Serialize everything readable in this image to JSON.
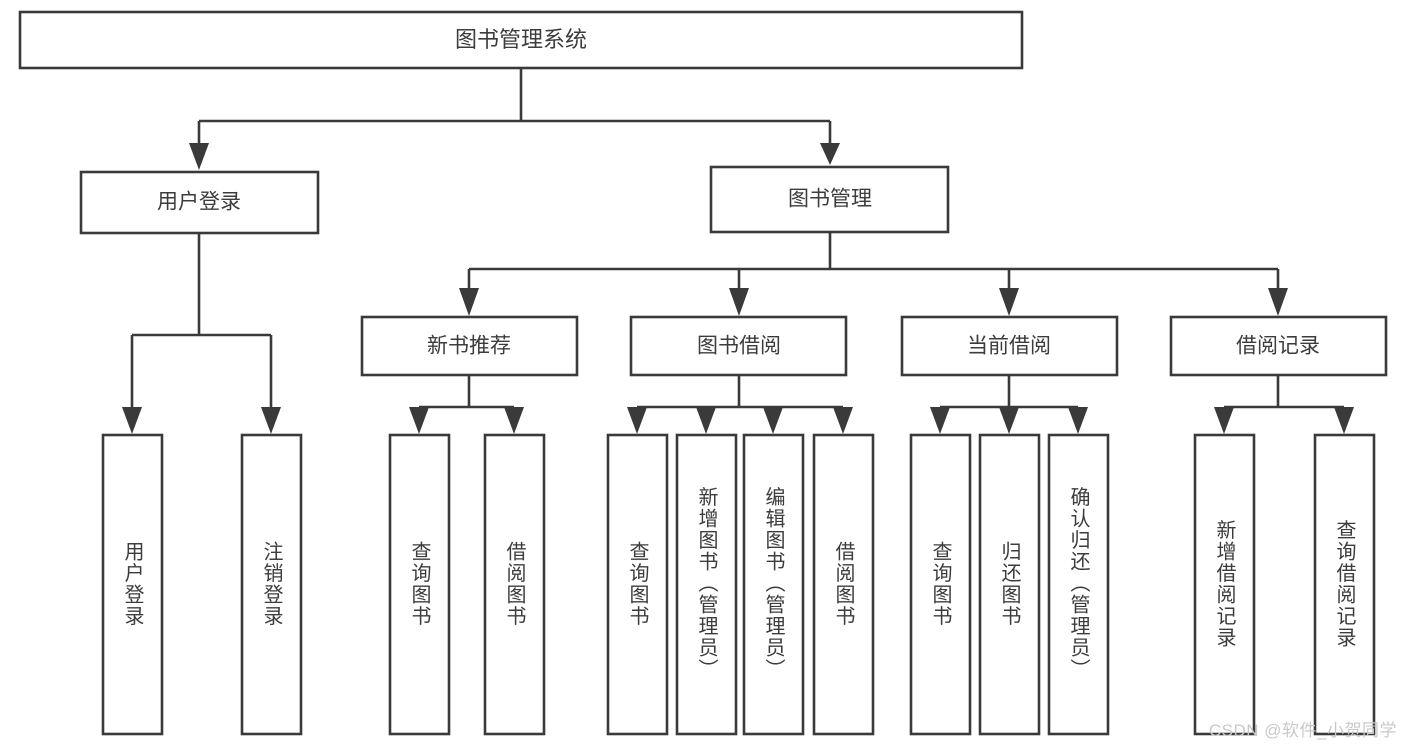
{
  "diagram": {
    "type": "tree-hierarchy",
    "title": "图书管理系统",
    "orientation": "top-down",
    "colors": {
      "box_stroke": "#3a3a3a",
      "box_fill": "#ffffff",
      "text": "#3c3c3c",
      "connector": "#3a3a3a",
      "background": "#ffffff",
      "watermark": "#c9c9c9"
    },
    "levels": {
      "root": "图书管理系统",
      "level1": [
        "用户登录",
        "图书管理"
      ],
      "level2": [
        "新书推荐",
        "图书借阅",
        "当前借阅",
        "借阅记录"
      ],
      "level3_groups": [
        {
          "parent": "用户登录",
          "children": [
            "用户登录",
            "注销登录"
          ]
        },
        {
          "parent": "新书推荐",
          "children": [
            "查询图书",
            "借阅图书"
          ]
        },
        {
          "parent": "图书借阅",
          "children": [
            "查询图书",
            "新增图书（管理员）",
            "编辑图书（管理员）",
            "借阅图书"
          ]
        },
        {
          "parent": "当前借阅",
          "children": [
            "查询图书",
            "归还图书",
            "确认归还（管理员）"
          ]
        },
        {
          "parent": "借阅记录",
          "children": [
            "新增借阅记录",
            "查询借阅记录"
          ]
        }
      ]
    },
    "nodes": {
      "root": {
        "label": "图书管理系统"
      },
      "user_login": {
        "label": "用户登录"
      },
      "book_manage": {
        "label": "图书管理"
      },
      "new_book_rec": {
        "label": "新书推荐"
      },
      "book_borrow": {
        "label": "图书借阅"
      },
      "current_borrow": {
        "label": "当前借阅"
      },
      "borrow_record": {
        "label": "借阅记录"
      },
      "leaf_user_login": {
        "label": "用户登录"
      },
      "leaf_user_logout": {
        "label": "注销登录"
      },
      "leaf_rec_query": {
        "label": "查询图书"
      },
      "leaf_rec_borrow": {
        "label": "借阅图书"
      },
      "leaf_borrow_query": {
        "label": "查询图书"
      },
      "leaf_borrow_add": {
        "label": "新增图书（管理员）"
      },
      "leaf_borrow_edit": {
        "label": "编辑图书（管理员）"
      },
      "leaf_borrow_lend": {
        "label": "借阅图书"
      },
      "leaf_cur_query": {
        "label": "查询图书"
      },
      "leaf_cur_return": {
        "label": "归还图书"
      },
      "leaf_cur_confirm": {
        "label": "确认归还（管理员）"
      },
      "leaf_rec_add": {
        "label": "新增借阅记录"
      },
      "leaf_rec_search": {
        "label": "查询借阅记录"
      }
    }
  },
  "watermark": {
    "text": "CSDN @软件_小贺同学"
  }
}
